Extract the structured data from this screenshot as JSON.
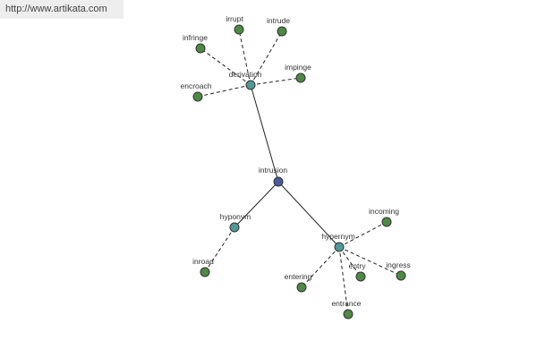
{
  "header": {
    "url": "http://www.artikata.com"
  },
  "colors": {
    "center": "#4a5a9c",
    "relation": "#4f9a98",
    "leaf": "#4e8a45"
  },
  "graph": {
    "center": "intrusion",
    "relations": [
      {
        "label": "derivation",
        "words": [
          "irrupt",
          "intrude",
          "infringe",
          "impinge",
          "encroach"
        ]
      },
      {
        "label": "hyponym",
        "words": [
          "inroad"
        ]
      },
      {
        "label": "hypernym",
        "words": [
          "incoming",
          "entry",
          "ingress",
          "entering",
          "entrance"
        ]
      }
    ]
  }
}
